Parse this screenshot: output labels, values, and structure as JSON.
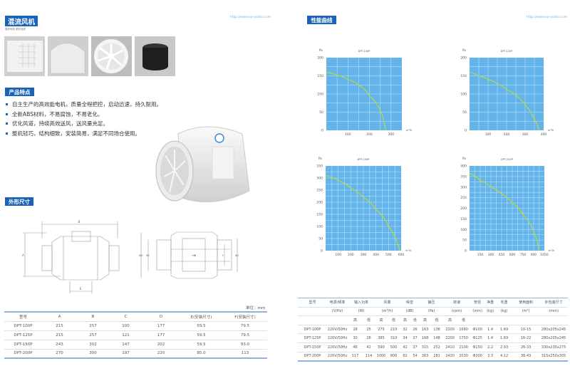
{
  "left_page": {
    "title": "混流风机",
    "subtitle": "更好电机 更好品质",
    "url": "http://www.ny-motor.com",
    "features_heading": "产品特点",
    "features": [
      "自主生产的高效能电机，质量全程把控，启动迅速，持久耐用。",
      "全新ABS材料，不易腐蚀，不易老化。",
      "优化风道，持续高效送风，送风量充足。",
      "整机轻巧，结构细致，安装简易，满足不同场合使用。"
    ],
    "dimensions_heading": "外形尺寸",
    "drawing_labels": {
      "a": "A",
      "b": "B",
      "e": "E",
      "od": "ΦD",
      "c1": "ΦC",
      "f": "F",
      "c2": "ΦC"
    },
    "unit_note": "单位：mm",
    "dim_table": {
      "headers": [
        "型号",
        "A",
        "B",
        "C",
        "D",
        "E(安装尺寸)",
        "F(安装尺寸)"
      ],
      "rows": [
        [
          "DPT-100P",
          "215",
          "257",
          "100",
          "177",
          "59.5",
          "79.5"
        ],
        [
          "DPT-125P",
          "215",
          "257",
          "121",
          "177",
          "59.5",
          "79.5"
        ],
        [
          "DPT-150P",
          "243",
          "302",
          "147",
          "202",
          "59.5",
          "93.0"
        ],
        [
          "DPT-200P",
          "270",
          "300",
          "197",
          "220",
          "85.0",
          "113"
        ]
      ]
    }
  },
  "right_page": {
    "title": "性能曲线",
    "url": "http://www.ny-motor.com",
    "spec_table": {
      "headers": [
        "型号",
        "电源/频率",
        "输入功率",
        "风量",
        "噪音",
        "静压",
        "转速",
        "管径",
        "净重",
        "毛重",
        "使用面积",
        "外包装尺寸"
      ],
      "units": [
        "(V/Hz)",
        "(W)",
        "(m³/h)",
        "(dB)",
        "(Pa)",
        "(rpm)",
        "(mm)",
        "(kg)",
        "(kg)",
        "(m²)",
        "(mm)"
      ],
      "high": "高",
      "low": "低",
      "rows": [
        [
          "DPT-100P",
          "220V/50Hz",
          "28",
          "25",
          "275",
          "210",
          "32",
          "26",
          "163",
          "136",
          "2200",
          "1680",
          "Φ100",
          "1.4",
          "1.69",
          "10-15",
          "280x205x245"
        ],
        [
          "DPT-125P",
          "220V/50Hz",
          "30",
          "26",
          "385",
          "310",
          "34",
          "27",
          "168",
          "148",
          "2200",
          "1750",
          "Φ125",
          "1.4",
          "1.69",
          "16-22",
          "280x205x245"
        ],
        [
          "DPT-150P",
          "220V/50Hz",
          "46",
          "42",
          "590",
          "500",
          "42",
          "37",
          "315",
          "252",
          "2410",
          "2100",
          "Φ150",
          "2.2",
          "2.93",
          "26-33",
          "330x235x275"
        ],
        [
          "DPT-200P",
          "220V/50Hz",
          "117",
          "114",
          "1000",
          "800",
          "62",
          "54",
          "363",
          "281",
          "2420",
          "2030",
          "Φ200",
          "3.3",
          "4.12",
          "38-43",
          "315x250x305"
        ]
      ]
    }
  },
  "colors": {
    "brand": "#1a63b8",
    "plot_bg": "#62b4ea",
    "curve": "#b5dc3c"
  },
  "chart_data": [
    {
      "type": "line",
      "title": "DPT-100P",
      "ylabel": "Pa",
      "xlabel": "m³/h",
      "xlim": [
        0,
        350
      ],
      "ylim": [
        0,
        200
      ],
      "xticks": [
        100,
        200,
        300
      ],
      "yticks": [
        0,
        50,
        100,
        150,
        200
      ],
      "xgrid": 50,
      "ygrid": 25,
      "x": [
        0,
        50,
        100,
        150,
        200,
        250,
        275
      ],
      "y": [
        160,
        152,
        140,
        125,
        95,
        55,
        0
      ]
    },
    {
      "type": "line",
      "title": "DPT-125P",
      "ylabel": "Pa",
      "xlabel": "m³/h",
      "xlim": [
        0,
        400
      ],
      "ylim": [
        0,
        200
      ],
      "xticks": [
        100,
        200,
        300,
        400
      ],
      "yticks": [
        0,
        50,
        100,
        150,
        200
      ],
      "xgrid": 50,
      "ygrid": 25,
      "x": [
        0,
        50,
        100,
        150,
        200,
        260,
        300,
        350,
        375
      ],
      "y": [
        160,
        150,
        140,
        128,
        112,
        92,
        70,
        30,
        0
      ]
    },
    {
      "type": "line",
      "title": "DPT-150P",
      "ylabel": "Pa",
      "xlabel": "m³/h",
      "xlim": [
        0,
        600
      ],
      "ylim": [
        0,
        350
      ],
      "xticks": [
        100,
        200,
        300,
        400,
        500,
        600
      ],
      "yticks": [
        0,
        50,
        100,
        150,
        200,
        250,
        300,
        350
      ],
      "xgrid": 50,
      "ygrid": 25,
      "x": [
        0,
        100,
        200,
        300,
        400,
        500,
        590
      ],
      "y": [
        310,
        290,
        258,
        220,
        170,
        100,
        0
      ]
    },
    {
      "type": "line",
      "title": "DPT-200P",
      "ylabel": "Pa",
      "xlabel": "m³/h",
      "xlim": [
        0,
        1050
      ],
      "ylim": [
        0,
        400
      ],
      "xticks": [
        150,
        300,
        450,
        600,
        750,
        900,
        1050
      ],
      "yticks": [
        0,
        50,
        100,
        150,
        200,
        250,
        300,
        350,
        400
      ],
      "xgrid": 75,
      "ygrid": 25,
      "x": [
        0,
        150,
        300,
        450,
        600,
        750,
        900,
        975
      ],
      "y": [
        365,
        330,
        300,
        268,
        225,
        170,
        90,
        0
      ]
    }
  ]
}
